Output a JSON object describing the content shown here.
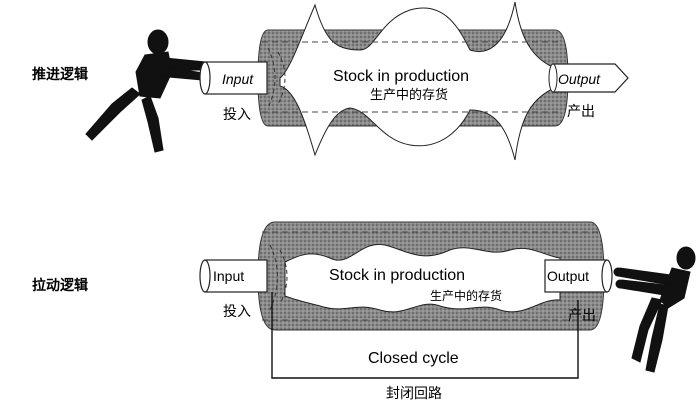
{
  "push": {
    "row_label": "推进逻辑",
    "input_label": "Input",
    "input_cn": "投入",
    "stock_label": "Stock in production",
    "stock_cn": "生产中的存货",
    "output_label": "Output",
    "output_cn": "产出"
  },
  "pull": {
    "row_label": "拉动逻辑",
    "input_label": "Input",
    "input_cn": "投入",
    "stock_label": "Stock in production",
    "stock_cn": "生产中的存货",
    "output_label": "Output",
    "output_cn": "产出",
    "loop_label": "Closed cycle",
    "loop_cn": "封闭回路"
  }
}
